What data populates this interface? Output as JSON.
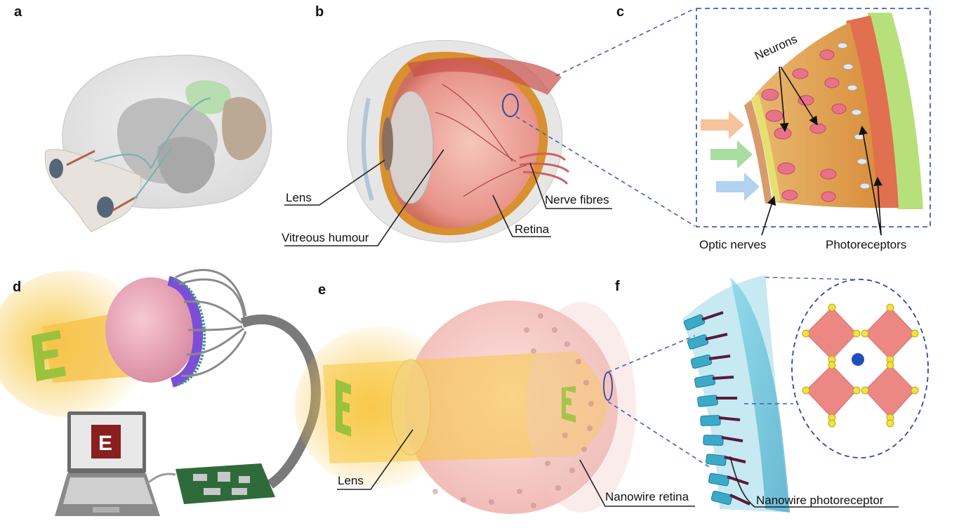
{
  "panels": {
    "a": {
      "letter": "a"
    },
    "b": {
      "letter": "b",
      "labels": {
        "lens": "Lens",
        "vitreous": "Vitreous humour",
        "retina": "Retina",
        "nerve": "Nerve fibres"
      }
    },
    "c": {
      "letter": "c",
      "labels": {
        "neurons": "Neurons",
        "optic": "Optic nerves",
        "photoreceptors": "Photoreceptors"
      }
    },
    "d": {
      "letter": "d",
      "screen_glyph": "E",
      "image_glyph": "E"
    },
    "e": {
      "letter": "e",
      "labels": {
        "lens": "Lens",
        "retina": "Nanowire retina"
      },
      "object_glyph": "E",
      "projected_glyph": "E"
    },
    "f": {
      "letter": "f",
      "labels": {
        "photoreceptor": "Nanowire photoreceptor"
      }
    }
  },
  "colors": {
    "dashed": "#4a5fa6",
    "retina_pink": "#f0a8a0",
    "orange": "#e8962c",
    "light_yellow": "#f7c640",
    "green_letter": "#9ac23c",
    "nanowire_blue": "#3aaac8",
    "octahedron_red": "#e8605a",
    "atom_yellow": "#f2e23a",
    "center_atom": "#1f4fbf"
  }
}
